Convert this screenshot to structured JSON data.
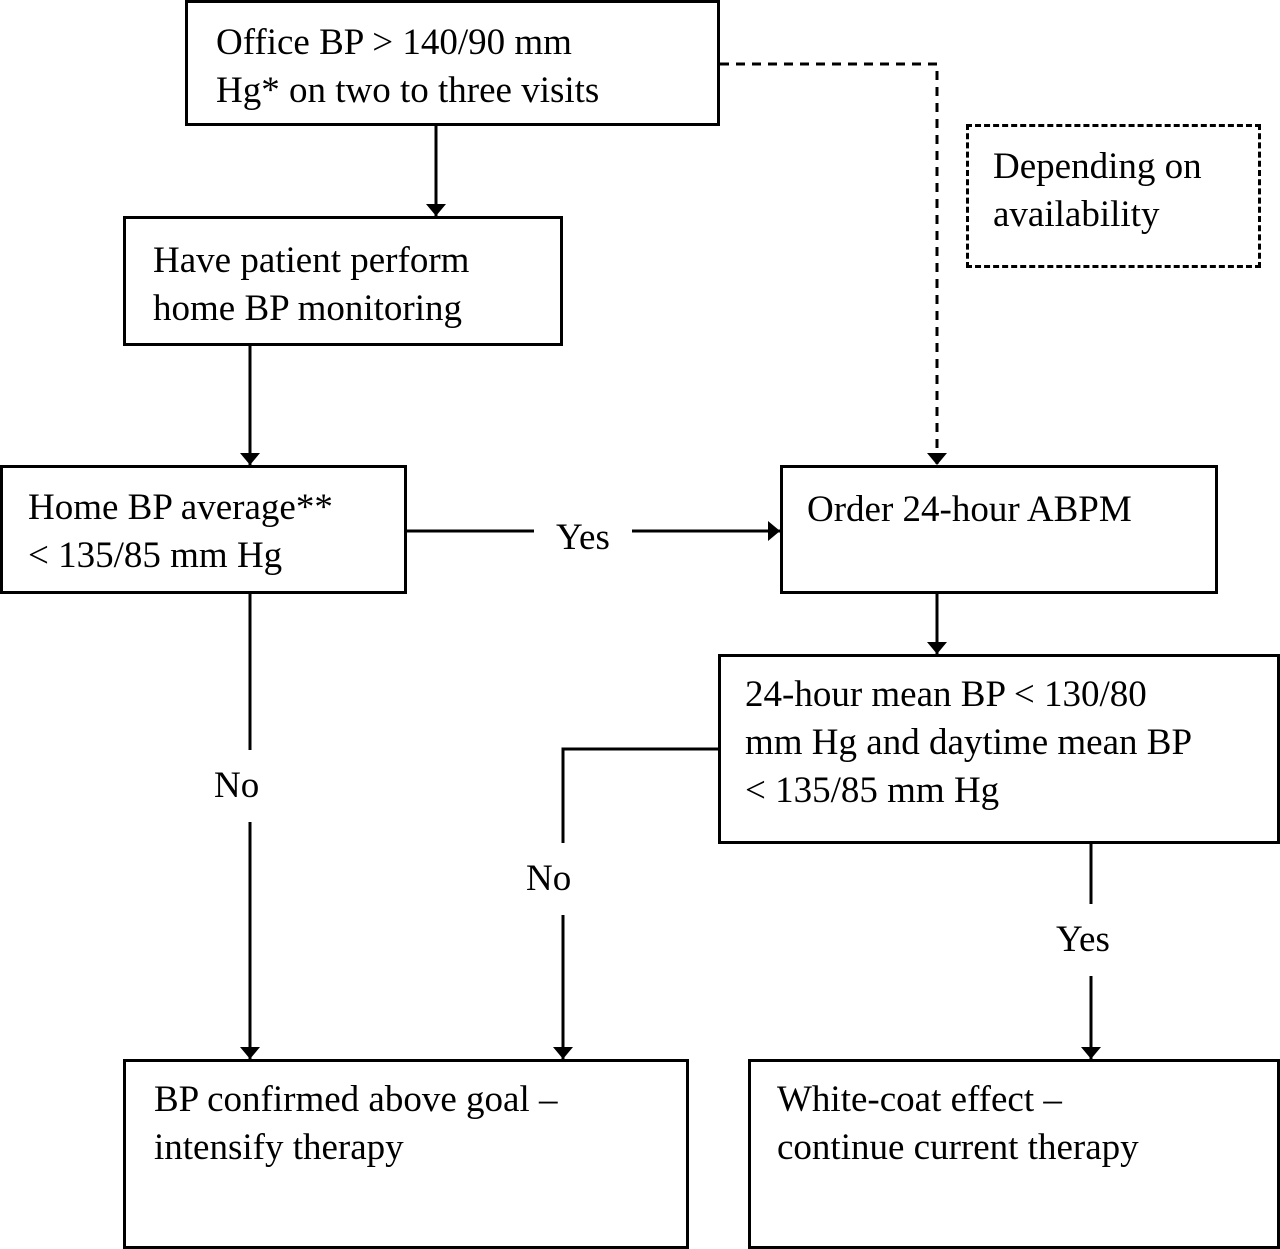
{
  "nodes": {
    "office_bp": {
      "lines": [
        "Office BP > 140/90 mm",
        "Hg* on two to three visits"
      ]
    },
    "depending": {
      "lines": [
        "Depending on",
        "availability"
      ]
    },
    "home_monitoring": {
      "lines": [
        "Have patient perform",
        "home BP monitoring"
      ]
    },
    "home_average": {
      "lines": [
        "Home BP average**",
        "< 135/85 mm Hg"
      ]
    },
    "order_abpm": {
      "lines": [
        "Order 24-hour ABPM"
      ]
    },
    "abpm_mean": {
      "lines": [
        "24-hour mean BP < 130/80",
        "mm Hg and daytime mean BP",
        "< 135/85 mm Hg"
      ]
    },
    "confirmed": {
      "lines": [
        "BP confirmed above goal –",
        "intensify therapy"
      ]
    },
    "white_coat": {
      "lines": [
        "White-coat effect –",
        "continue current therapy"
      ]
    }
  },
  "edge_labels": {
    "home_yes": "Yes",
    "home_no": "No",
    "abpm_no": "No",
    "abpm_yes": "Yes"
  }
}
